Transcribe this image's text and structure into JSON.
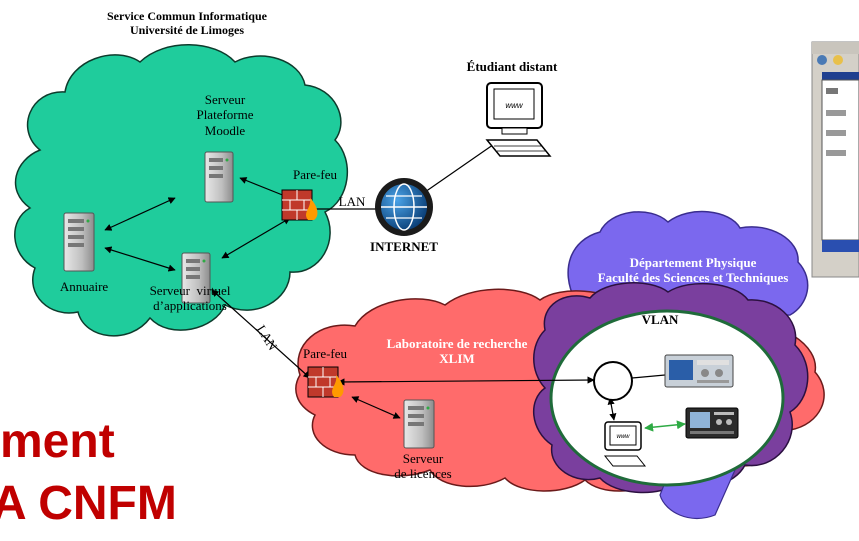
{
  "colors": {
    "cloud_green": "#1fcc9c",
    "cloud_red": "#ff6b6b",
    "cloud_blue": "#7b68ee",
    "cloud_purple": "#7a3f9e",
    "vlan_fill": "#ffffff",
    "title_red": "#c00000",
    "globe": "#1a6fb5",
    "firewall": "#c0392b",
    "arrow": "#000000",
    "link_green": "#2eaa44"
  },
  "labels": {
    "sci_title": [
      "Service Commun Informatique",
      "Université de Limoges"
    ],
    "moodle": [
      "Serveur",
      "Plateforme",
      "Moodle"
    ],
    "annuaire": "Annuaire",
    "virtual": [
      "Serveur  virtuel",
      "d’applications"
    ],
    "firewall_top": "Pare-feu",
    "lan_top": "LAN",
    "lan_diag": "LAN",
    "internet": "INTERNET",
    "student": "Étudiant distant",
    "physique": [
      "Département Physique",
      "Faculté des Sciences et Techniques"
    ],
    "xlim": [
      "Laboratoire de recherche",
      "XLIM"
    ],
    "vlan": "VLAN",
    "firewall_bottom": "Pare-feu",
    "licences": [
      "Serveur",
      "de licences"
    ]
  },
  "title_fragments": [
    "ment",
    "A CNFM"
  ],
  "icons": {
    "server": "server-icon",
    "firewall": "firewall-icon",
    "globe": "globe-icon",
    "computer": "computer-icon",
    "router": "router-icon",
    "instrument": "instrument-icon",
    "screenshot": "screenshot-thumbnail"
  }
}
